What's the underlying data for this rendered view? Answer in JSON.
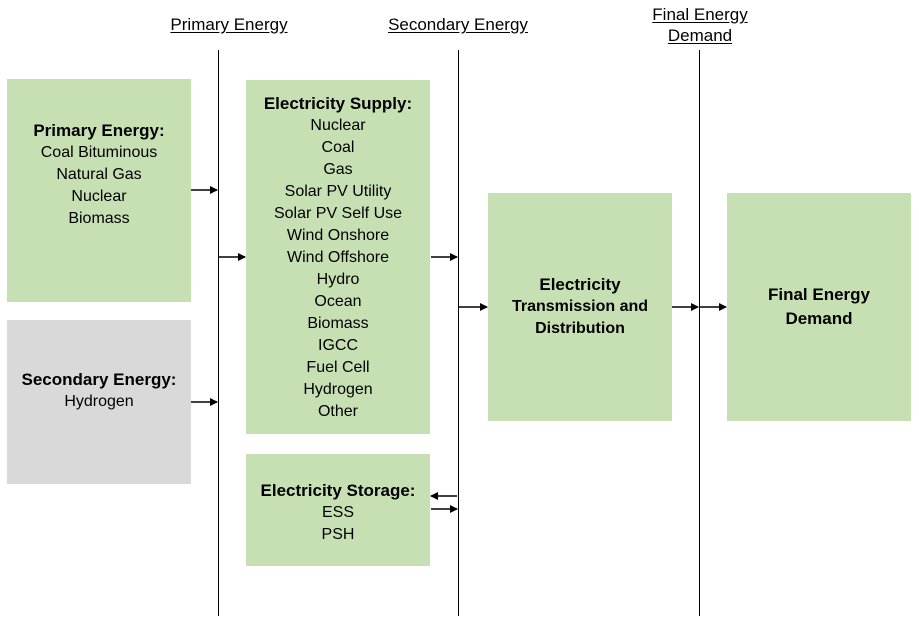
{
  "headers": {
    "primary_energy": "Primary Energy",
    "secondary_energy": "Secondary Energy",
    "final_energy_demand": "Final Energy\nDemand"
  },
  "boxes": {
    "primary": {
      "title": "Primary Energy:",
      "items": [
        "Coal Bituminous",
        "Natural Gas",
        "Nuclear",
        "Biomass"
      ],
      "color": "#c6e0b4"
    },
    "secondary": {
      "title": "Secondary Energy:",
      "items": [
        "Hydrogen"
      ],
      "color": "#d9d9d9"
    },
    "electricity_supply": {
      "title": "Electricity Supply:",
      "items": [
        "Nuclear",
        "Coal",
        "Gas",
        "Solar PV Utility",
        "Solar PV Self Use",
        "Wind Onshore",
        "Wind Offshore",
        "Hydro",
        "Ocean",
        "Biomass",
        "IGCC",
        "Fuel Cell",
        "Hydrogen",
        "Other"
      ],
      "color": "#c6e0b4"
    },
    "electricity_storage": {
      "title": "Electricity Storage:",
      "items": [
        "ESS",
        "PSH"
      ],
      "color": "#c6e0b4"
    },
    "transmission": {
      "title": "Electricity",
      "subtitle": "Transmission and Distribution",
      "color": "#c6e0b4"
    },
    "final_demand": {
      "title": "Final Energy Demand",
      "color": "#c6e0b4"
    }
  }
}
